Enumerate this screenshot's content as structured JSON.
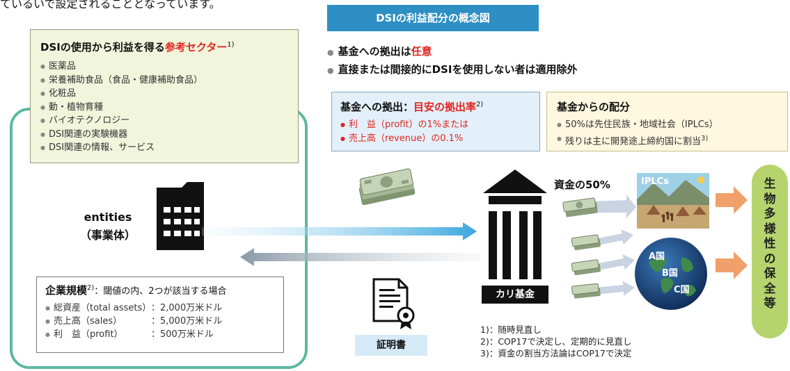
{
  "top_cut_text": "ているいで設定されることとなっています。",
  "sectors": {
    "title_prefix": "DSIの使用から利益を得る",
    "title_highlight": "参考セクター",
    "title_note": "1)",
    "items": [
      "医薬品",
      "栄養補助食品（食品・健康補助食品）",
      "化粧品",
      "動・植物育種",
      "バイオテクノロジー",
      "DSI関連の実験機器",
      "DSI関連の情報、サービス"
    ]
  },
  "entities": {
    "line1": "entities",
    "line2": "（事業体）"
  },
  "size_box": {
    "title": "企業規模",
    "note": "2)",
    "subtitle": "：閾値の内、2つが該当する場合",
    "rows": [
      {
        "label": "総資産（total assets）",
        "value": "：2,000万米ドル"
      },
      {
        "label": "売上高（sales）",
        "value": "：5,000万米ドル"
      },
      {
        "label": "利　益（profit）",
        "value": "：500万米ドル"
      }
    ]
  },
  "header": {
    "title": "DSIの利益配分の概念図"
  },
  "bullets": {
    "line1_prefix": "基金への拠出は",
    "line1_highlight": "任意",
    "line2": "直接または間接的にDSIを使用しない者は適用除外"
  },
  "contribution_box": {
    "title_prefix": "基金への拠出：",
    "title_highlight": "目安の拠出率",
    "note": "2)",
    "items": [
      "利　益（profit）の1%または",
      "売上高（revenue）の0.1%"
    ]
  },
  "distribution_box": {
    "title": "基金からの配分",
    "items": [
      "50%は先住民族・地域社会（IPLCs）",
      "残りは主に開発途上締約国に割当"
    ],
    "item2_note": "3)"
  },
  "fund": {
    "label": "カリ基金",
    "share_label": "資金の50%"
  },
  "certificate": {
    "label": "証明書"
  },
  "iplcs_label": "IPLCs",
  "countries": [
    "A国",
    "B国",
    "C国"
  ],
  "goal_chars": [
    "生",
    "物",
    "多",
    "様",
    "性",
    "の",
    "保",
    "全",
    "等"
  ],
  "notes": [
    "1)：随時見直し",
    "2)：COP17で決定し、定期的に見直し",
    "3)：資金の割当方法論はCOP17で決定"
  ],
  "colors": {
    "teal_frame": "#5cb8a2",
    "header_blue": "#2d8fc4",
    "highlight_red": "#e0261f",
    "pill_green": "#b5d46d",
    "arrow_orange": "#f0a06a"
  }
}
